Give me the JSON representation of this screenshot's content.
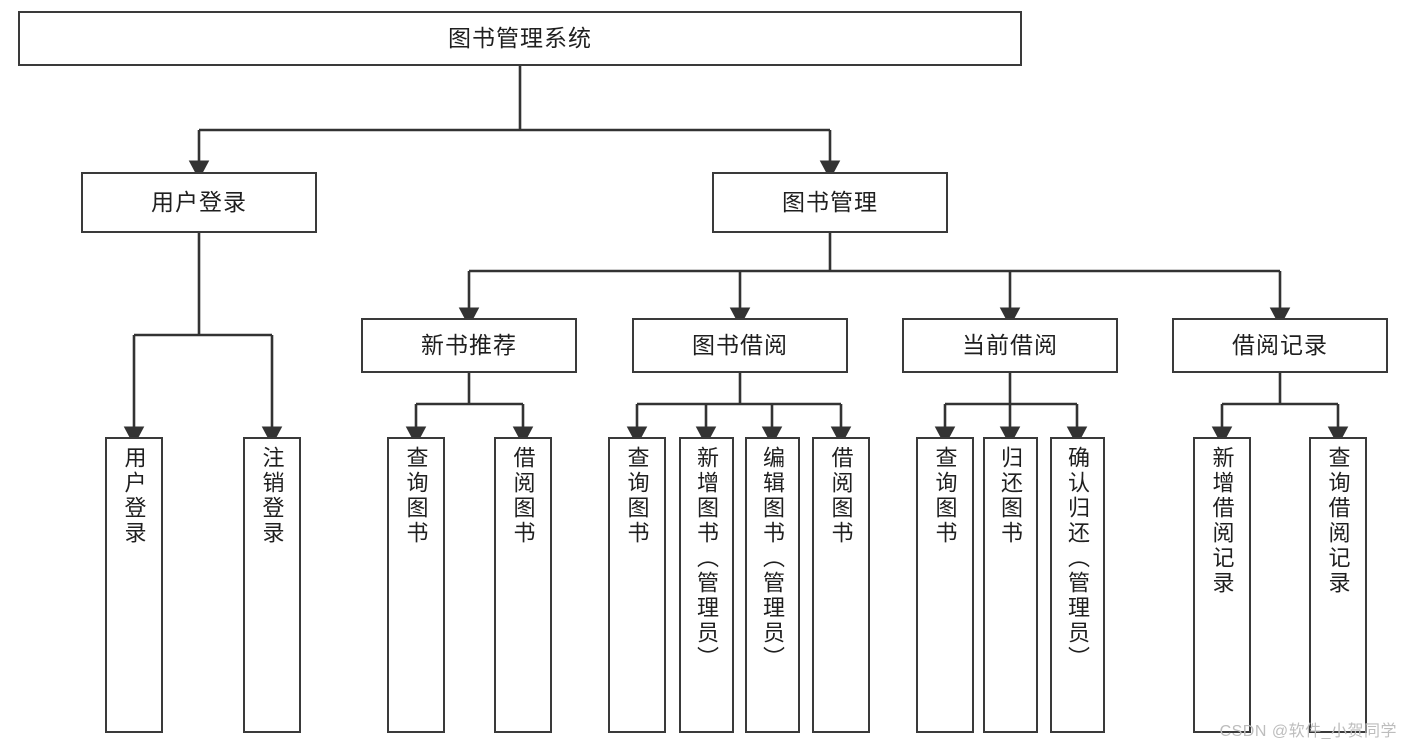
{
  "diagram": {
    "title": "图书管理系统",
    "type": "tree",
    "watermark": "CSDN @软件_小贺同学",
    "colors": {
      "node_border": "#3a3a3a",
      "node_fill": "#ffffff",
      "edge": "#333333",
      "text": "#1f1f1f",
      "watermark": "#bdbdbd",
      "background": "#ffffff"
    },
    "nodes": {
      "root": {
        "label": "图书管理系统",
        "level": 1,
        "orientation": "horizontal"
      },
      "user_login": {
        "label": "用户登录",
        "level": 2,
        "orientation": "horizontal"
      },
      "book_manage": {
        "label": "图书管理",
        "level": 2,
        "orientation": "horizontal"
      },
      "new_book_rec": {
        "label": "新书推荐",
        "level": 3,
        "orientation": "horizontal"
      },
      "book_borrow": {
        "label": "图书借阅",
        "level": 3,
        "orientation": "horizontal"
      },
      "current_borrow": {
        "label": "当前借阅",
        "level": 3,
        "orientation": "horizontal"
      },
      "borrow_record": {
        "label": "借阅记录",
        "level": 3,
        "orientation": "horizontal"
      },
      "leaf_user_login": {
        "label": "用户登录",
        "level": 3,
        "orientation": "vertical"
      },
      "leaf_logout": {
        "label": "注销登录",
        "level": 3,
        "orientation": "vertical"
      },
      "leaf_query_book_1": {
        "label": "查询图书",
        "level": 4,
        "orientation": "vertical"
      },
      "leaf_borrow_book_1": {
        "label": "借阅图书",
        "level": 4,
        "orientation": "vertical"
      },
      "leaf_query_book_2": {
        "label": "查询图书",
        "level": 4,
        "orientation": "vertical"
      },
      "leaf_add_book": {
        "label": "新增图书（管理员）",
        "level": 4,
        "orientation": "vertical"
      },
      "leaf_edit_book": {
        "label": "编辑图书（管理员）",
        "level": 4,
        "orientation": "vertical"
      },
      "leaf_borrow_book_2": {
        "label": "借阅图书",
        "level": 4,
        "orientation": "vertical"
      },
      "leaf_query_book_3": {
        "label": "查询图书",
        "level": 4,
        "orientation": "vertical"
      },
      "leaf_return_book": {
        "label": "归还图书",
        "level": 4,
        "orientation": "vertical"
      },
      "leaf_confirm_return": {
        "label": "确认归还（管理员）",
        "level": 4,
        "orientation": "vertical"
      },
      "leaf_add_record": {
        "label": "新增借阅记录",
        "level": 4,
        "orientation": "vertical"
      },
      "leaf_query_record": {
        "label": "查询借阅记录",
        "level": 4,
        "orientation": "vertical"
      }
    },
    "edges": [
      {
        "from": "root",
        "to": "user_login"
      },
      {
        "from": "root",
        "to": "book_manage"
      },
      {
        "from": "user_login",
        "to": "leaf_user_login"
      },
      {
        "from": "user_login",
        "to": "leaf_logout"
      },
      {
        "from": "book_manage",
        "to": "new_book_rec"
      },
      {
        "from": "book_manage",
        "to": "book_borrow"
      },
      {
        "from": "book_manage",
        "to": "current_borrow"
      },
      {
        "from": "book_manage",
        "to": "borrow_record"
      },
      {
        "from": "new_book_rec",
        "to": "leaf_query_book_1"
      },
      {
        "from": "new_book_rec",
        "to": "leaf_borrow_book_1"
      },
      {
        "from": "book_borrow",
        "to": "leaf_query_book_2"
      },
      {
        "from": "book_borrow",
        "to": "leaf_add_book"
      },
      {
        "from": "book_borrow",
        "to": "leaf_edit_book"
      },
      {
        "from": "book_borrow",
        "to": "leaf_borrow_book_2"
      },
      {
        "from": "current_borrow",
        "to": "leaf_query_book_3"
      },
      {
        "from": "current_borrow",
        "to": "leaf_return_book"
      },
      {
        "from": "current_borrow",
        "to": "leaf_confirm_return"
      },
      {
        "from": "borrow_record",
        "to": "leaf_add_record"
      },
      {
        "from": "borrow_record",
        "to": "leaf_query_record"
      }
    ]
  }
}
